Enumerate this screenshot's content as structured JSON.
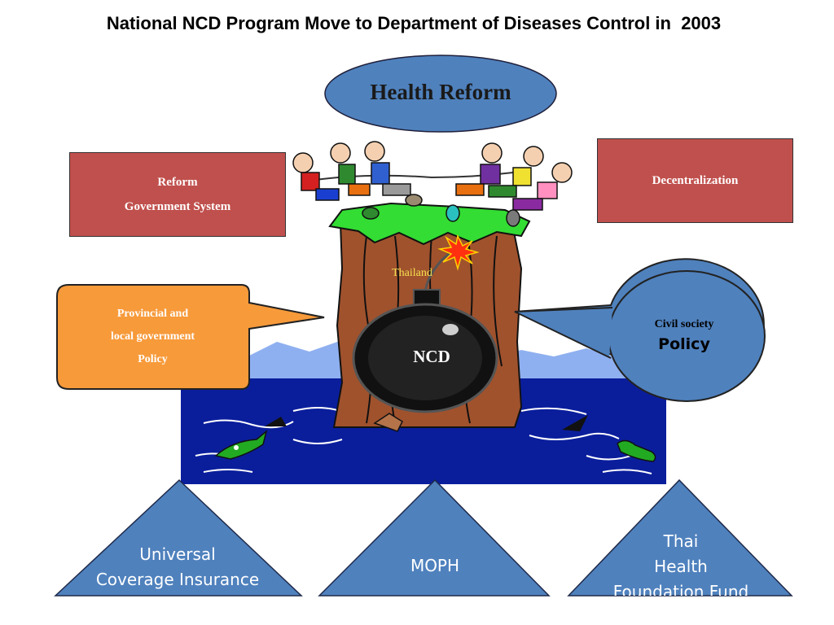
{
  "title": "National NCD Program Move to Department of Diseases Control in  2003",
  "health_reform": "Health Reform",
  "reform_box": {
    "line1": "Reform",
    "line2": "Government System"
  },
  "decentralization": "Decentralization",
  "provincial": {
    "line1": "Provincial and",
    "line2": "local government",
    "line3": "Policy"
  },
  "civil": {
    "line1": "Civil society",
    "line2": "Policy"
  },
  "thailand_label": "Thailand",
  "bomb_label": "NCD",
  "bottom": {
    "universal": {
      "line1": "Universal",
      "line2": "Coverage Insurance"
    },
    "moph": "MOPH",
    "thai_health": {
      "line1": "Thai",
      "line2": "Health",
      "line3": "Foundation Fund"
    }
  },
  "colors": {
    "blue_shape": "#4f81bd",
    "red_box": "#c0504d",
    "orange_callout": "#f79a3a",
    "sea": "#0a1e9c",
    "mountains": "#8fb0f0",
    "grass": "#33dd33",
    "cliff": "#a0522d"
  }
}
